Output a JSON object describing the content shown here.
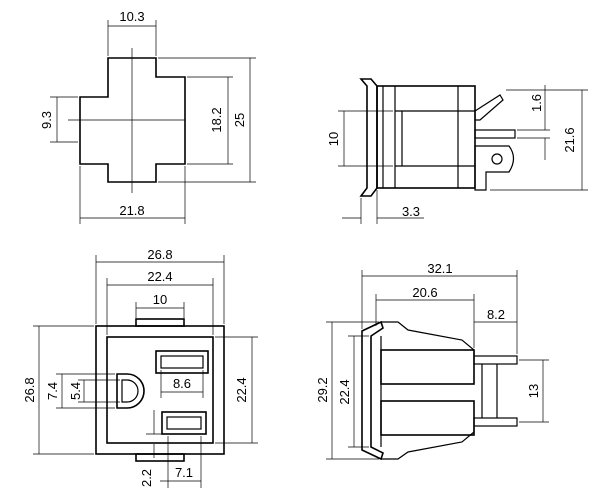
{
  "dimensions": {
    "front_top_width": "10.3",
    "front_left_height": "9.3",
    "front_inner_height": "18.2",
    "front_overall_height": "25",
    "front_bottom_width": "21.8",
    "side_top_pin": "1.6",
    "side_body_height": "10",
    "side_overall_height": "21.6",
    "side_flange": "3.3",
    "rear_overall_width": "26.8",
    "rear_inner_width": "22.4",
    "rear_tab_width": "10",
    "rear_left_height": "26.8",
    "rear_u_outer": "7.4",
    "rear_u_inner": "5.4",
    "rear_slot_width": "8.6",
    "rear_inner_height": "22.4",
    "rear_bottom_gap": "2.2",
    "rear_bottom_offset": "7.1",
    "side2_overall_width": "32.1",
    "side2_body_width": "20.6",
    "side2_pin_length": "8.2",
    "side2_overall_height": "29.2",
    "side2_inner_height": "22.4",
    "side2_pin_span": "13"
  }
}
